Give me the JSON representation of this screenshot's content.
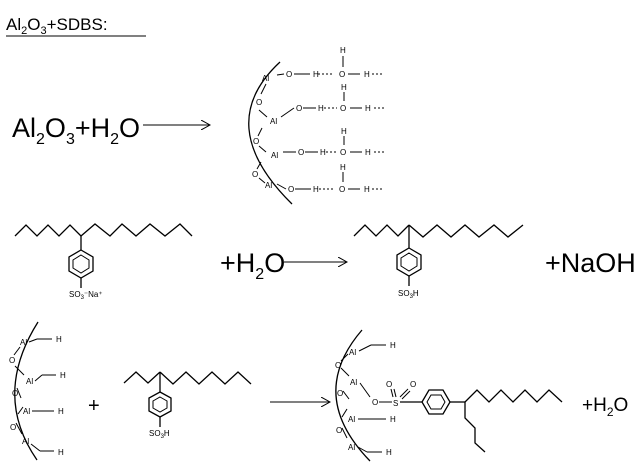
{
  "title": {
    "parts": [
      {
        "text": "Al",
        "sub": false
      },
      {
        "text": "2",
        "sub": true
      },
      {
        "text": "O",
        "sub": false
      },
      {
        "text": "3",
        "sub": true
      },
      {
        "text": "+SDBS:",
        "sub": false
      }
    ]
  },
  "row1": {
    "reactant": {
      "al": "Al",
      "al_sub": "2",
      "o": "O",
      "o_sub": "3",
      "plus_h": "+H",
      "h_sub": "2",
      "o2": "O"
    },
    "atoms": {
      "al": "Al",
      "o": "O",
      "h": "H"
    }
  },
  "row2": {
    "reactant_group": {
      "so": "SO",
      "so_sub": "3",
      "minus_na": "⁻Na⁺"
    },
    "water": {
      "plus_h": "+H",
      "h_sub": "2",
      "o": "O"
    },
    "product_group": {
      "so": "SO",
      "so_sub": "3",
      "h": "H"
    },
    "byproduct": "+NaOH"
  },
  "row3": {
    "plus": "+",
    "acid_group": {
      "so": "SO",
      "so_sub": "3",
      "h": "H"
    },
    "ester_atoms": {
      "s": "S",
      "o": "O"
    },
    "water": {
      "plus_h": "+H",
      "h_sub": "2",
      "o": "O"
    }
  }
}
